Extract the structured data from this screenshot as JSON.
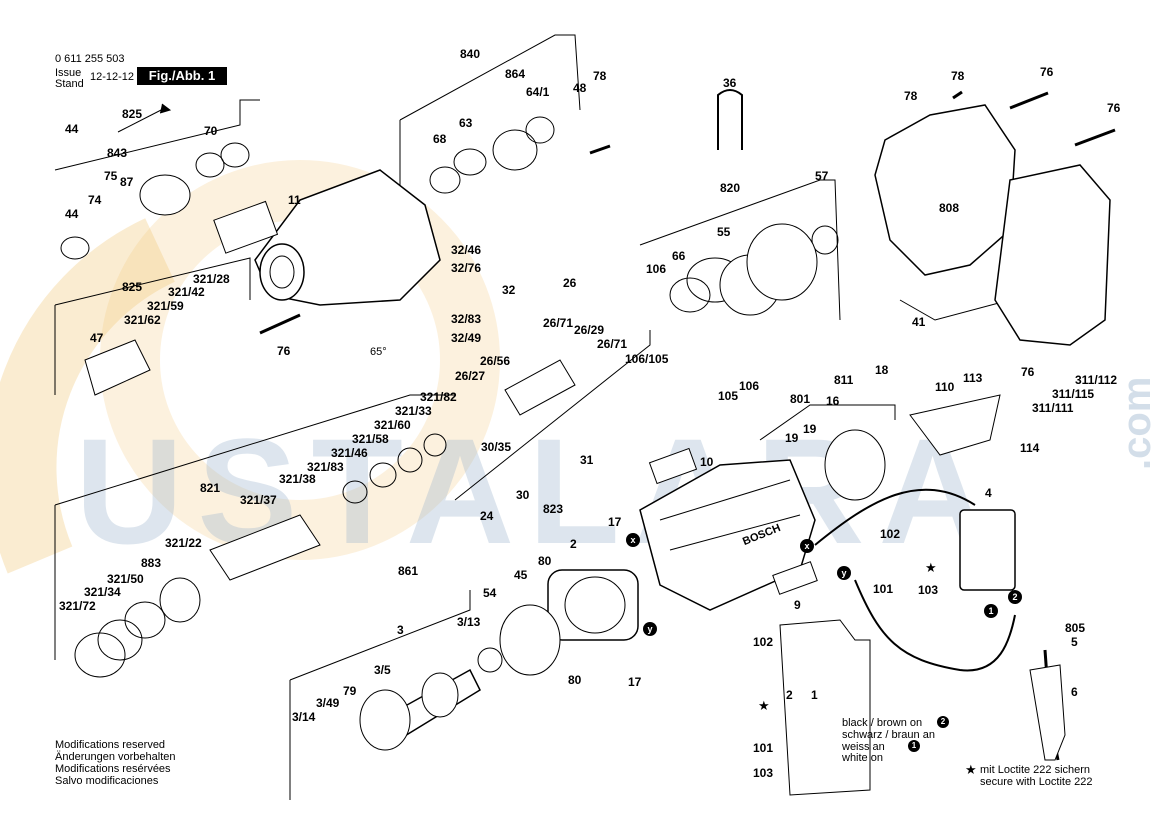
{
  "header": {
    "part_number": "0 611 255 503",
    "issue_label": "Issue",
    "stand_label": "Stand",
    "date": "12-12-12",
    "figure_label": "Fig./Abb. 1"
  },
  "watermark": {
    "text": "USTALARA",
    "suffix": ".com",
    "color": "#9fb7cf",
    "accent_color": "#f2c87a"
  },
  "part_labels": [
    "44",
    "825",
    "843",
    "75",
    "87",
    "74",
    "44",
    "70",
    "11",
    "840",
    "864",
    "68",
    "63",
    "64/1",
    "48",
    "78",
    "36",
    "820",
    "57",
    "78",
    "76",
    "78",
    "76",
    "808",
    "41",
    "32/46",
    "32/76",
    "32",
    "32/83",
    "32/49",
    "76",
    "65°",
    "825",
    "321/42",
    "321/28",
    "321/59",
    "321/62",
    "47",
    "26",
    "26/71",
    "26/56",
    "26/29",
    "26/71",
    "26/27",
    "106",
    "66",
    "55",
    "106/105",
    "106",
    "105",
    "811",
    "18",
    "113",
    "76",
    "311/112",
    "311/115",
    "311/111",
    "110",
    "114",
    "321/82",
    "321/33",
    "321/60",
    "321/58",
    "321/46",
    "321/83",
    "321/38",
    "821",
    "321/37",
    "30/35",
    "30",
    "31",
    "24",
    "823",
    "801",
    "16",
    "19",
    "19",
    "10",
    "102",
    "4",
    "321/22",
    "883",
    "321/50",
    "321/34",
    "321/72",
    "861",
    "17",
    "2",
    "80",
    "45",
    "54",
    "3/13",
    "3",
    "3/5",
    "79",
    "3/49",
    "3/14",
    "80",
    "17",
    "9",
    "101",
    "102",
    "2",
    "1",
    "101",
    "103",
    "103",
    "805",
    "5",
    "6"
  ],
  "wire_legend": {
    "black_brown": "black / brown on",
    "schwarz_braun": "schwarz / braun an",
    "weiss": "weiss an",
    "white": "white on",
    "marker_1": "1",
    "marker_2": "2"
  },
  "markers": {
    "x": "x",
    "y": "y"
  },
  "loctite": {
    "line1": "mit Loctite 222 sichern",
    "line2": "secure with Loctite 222",
    "star": "★"
  },
  "footer": {
    "line1": "Modifications reserved",
    "line2": "Änderungen vorbehalten",
    "line3": "Modifications resérvées",
    "line4": "Salvo modificaciones"
  },
  "housing_brand": "BOSCH"
}
